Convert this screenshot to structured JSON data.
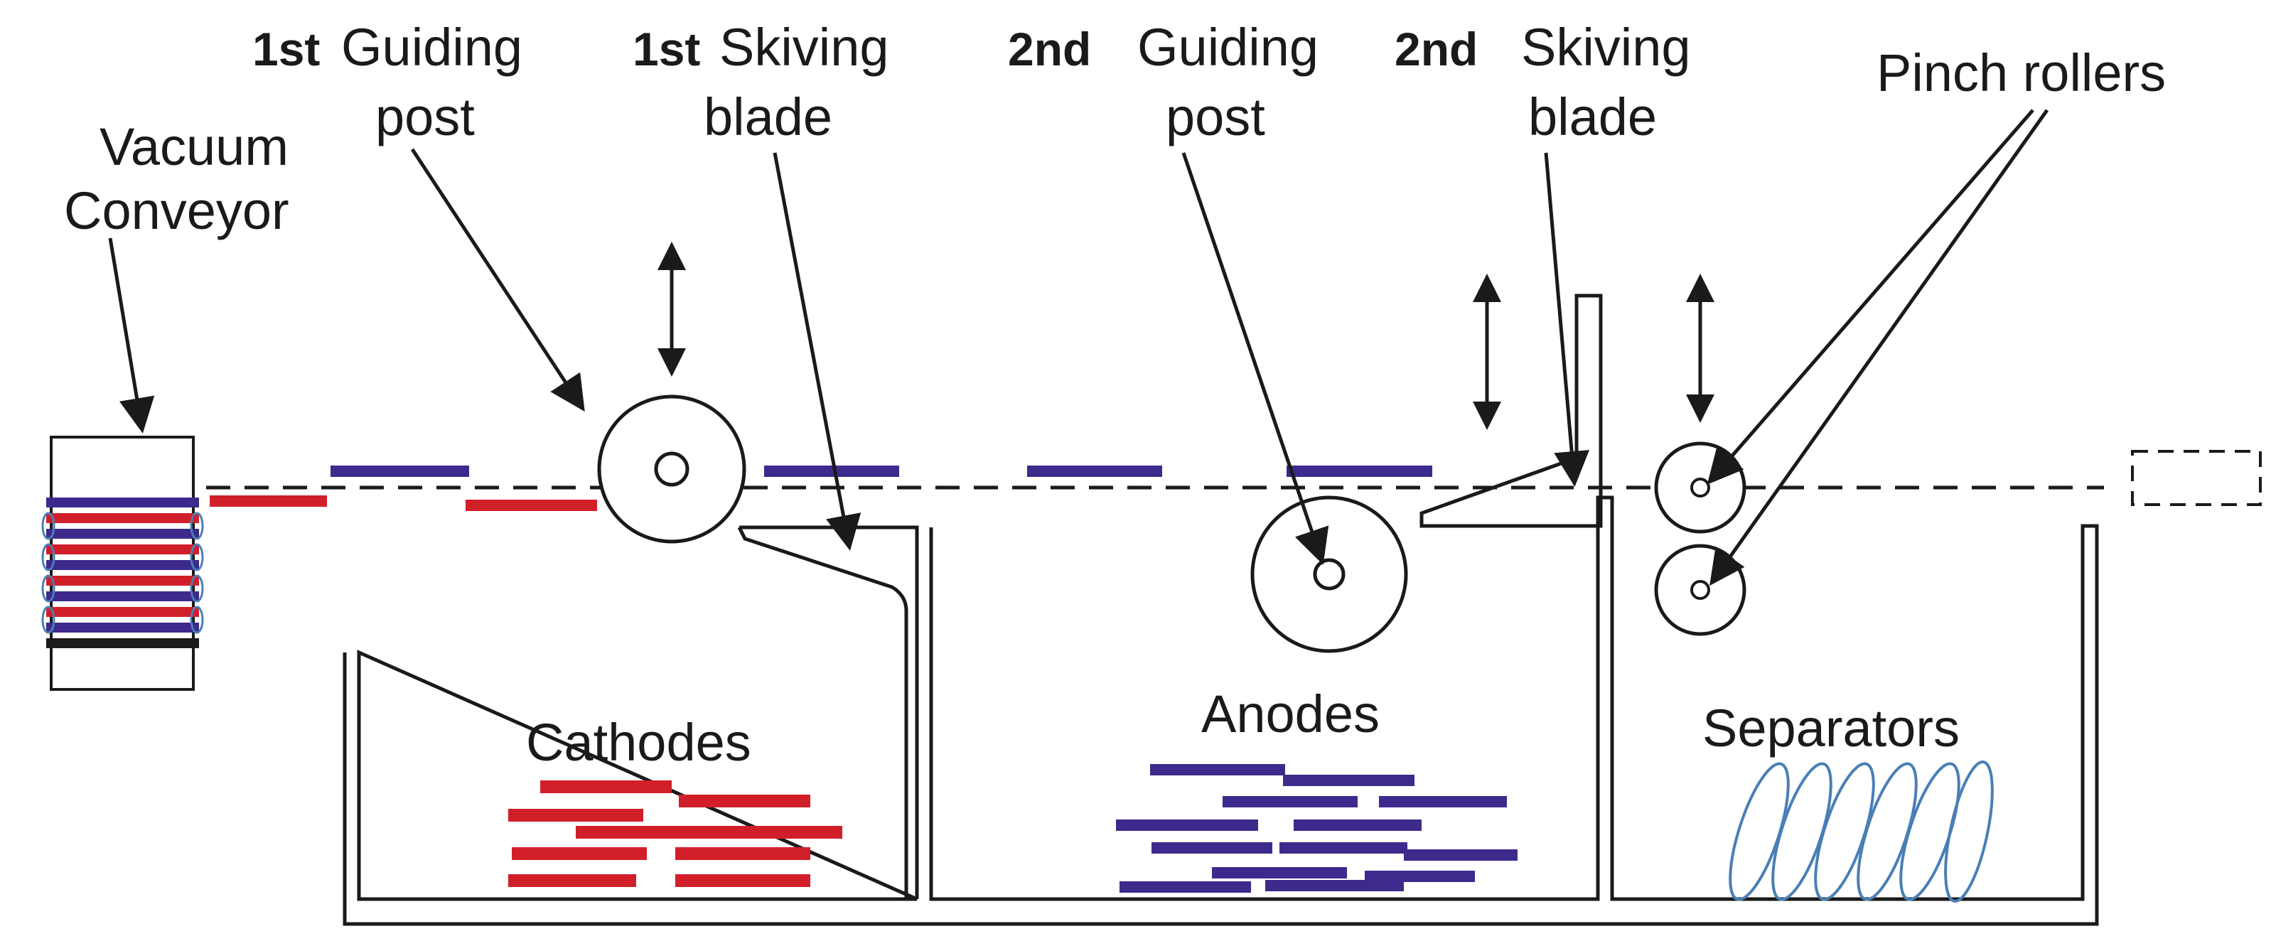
{
  "labels": {
    "vacuum_line1": "Vacuum",
    "vacuum_line2": "Conveyor",
    "guide1_num": "1st",
    "guide1_word": "Guiding",
    "guide1_line2": "post",
    "skive1_num": "1st",
    "skive1_word": "Skiving",
    "skive1_line2": "blade",
    "guide2_num": "2nd",
    "guide2_word": "Guiding",
    "guide2_line2": "post",
    "skive2_num": "2nd",
    "skive2_word": "Skiving",
    "skive2_line2": "blade",
    "pinch": "Pinch rollers",
    "cathodes": "Cathodes",
    "anodes": "Anodes",
    "separators": "Separators"
  },
  "colors": {
    "cathode": "#d11f2a",
    "anode": "#3d2a8c",
    "separator": "#4a7fb5",
    "line": "#1a1a1a"
  }
}
